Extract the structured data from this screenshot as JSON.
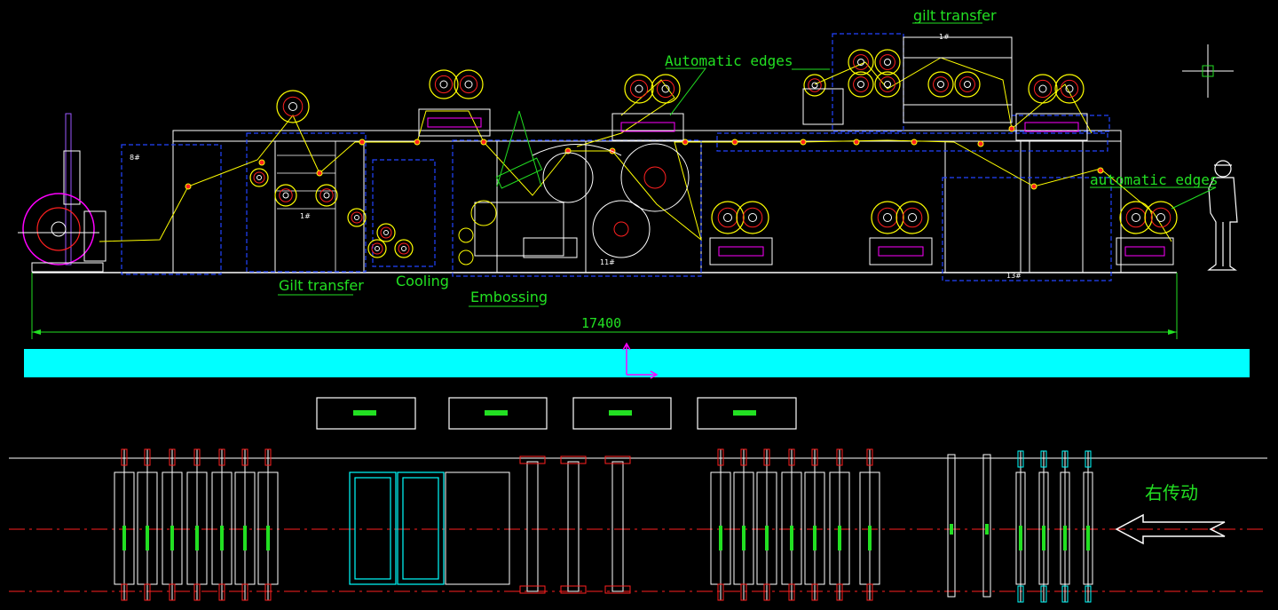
{
  "labels": {
    "gilt_transfer_top": "gilt transfer",
    "automatic_edges_top": "Automatic edges",
    "automatic_edges_right": "automatic edges",
    "gilt_transfer_left": "Gilt transfer",
    "cooling": "Cooling",
    "embossing": "Embossing",
    "overall_length": "17400",
    "drive_side": "右传动"
  },
  "section_tags": [
    "8#",
    "1#",
    "11#",
    "1#",
    "13#"
  ],
  "colors": {
    "background": "#000000",
    "frame": "#ffffff",
    "web_path": "#ffff00",
    "dimension": "#22e022",
    "group_box": "#2244ff",
    "bar": "#00ffff",
    "center_line": "#ff2020",
    "roller_accent": "#ff00ff"
  }
}
